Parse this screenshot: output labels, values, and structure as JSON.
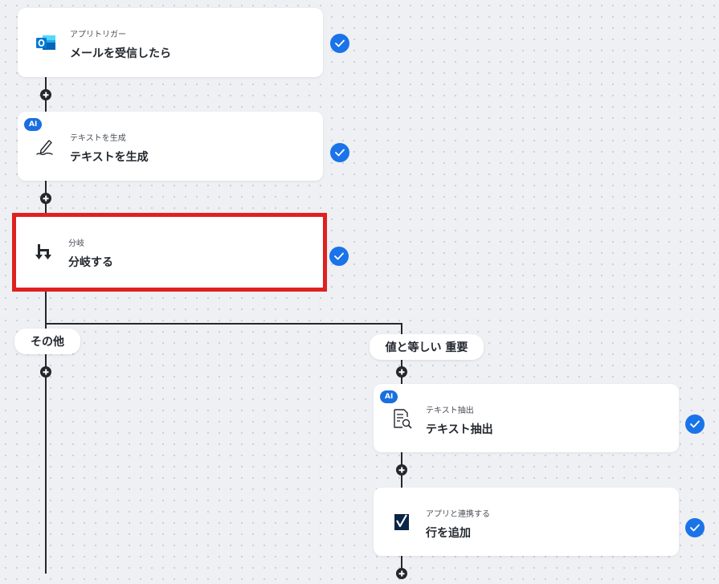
{
  "flow": {
    "steps": [
      {
        "id": "outlook-trigger",
        "subtitle": "アプリトリガー",
        "title": "メールを受信したら",
        "icon": "outlook-icon",
        "status": "completed"
      },
      {
        "id": "generate-text",
        "badge": "AI",
        "subtitle": "テキストを生成",
        "title": "テキストを生成",
        "icon": "pen-icon",
        "status": "completed"
      },
      {
        "id": "branch",
        "subtitle": "分岐",
        "title": "分岐する",
        "icon": "branch-icon",
        "status": "completed",
        "highlighted": true
      },
      {
        "id": "extract-text",
        "badge": "AI",
        "subtitle": "テキスト抽出",
        "title": "テキスト抽出",
        "icon": "document-search-icon",
        "status": "completed"
      },
      {
        "id": "add-row",
        "subtitle": "アプリと連携する",
        "title": "行を追加",
        "icon": "smartsheet-icon",
        "status": "completed"
      }
    ],
    "branches": [
      {
        "label": "その他"
      },
      {
        "label": "値と等しい 重要"
      }
    ]
  },
  "colors": {
    "accent": "#1a73e8",
    "highlight": "#e02020",
    "connector": "#23272e",
    "canvas": "#eef0f4"
  }
}
